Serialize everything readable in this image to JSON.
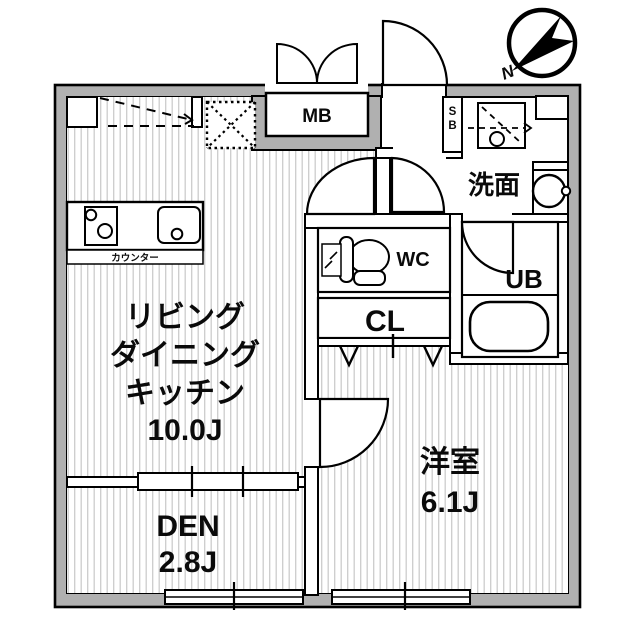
{
  "colors": {
    "wall_fill": "#b0b0b0",
    "line": "#000000",
    "floor_stripe": "#cccccc"
  },
  "compass": {
    "north_label": "N"
  },
  "rooms": {
    "ldk": {
      "label_line1": "リビング",
      "label_line2": "ダイニング",
      "label_line3": "キッチン",
      "area": "10.0J"
    },
    "den": {
      "name": "DEN",
      "area": "2.8J"
    },
    "western_room": {
      "name": "洋室",
      "area": "6.1J"
    },
    "wc": {
      "label": "WC"
    },
    "closet": {
      "label": "CL"
    },
    "unit_bath": {
      "label": "UB"
    },
    "washroom": {
      "label": "洗面"
    },
    "meter_box": {
      "label": "MB"
    },
    "shoe_box": {
      "letter_top": "S",
      "letter_bottom": "B"
    },
    "kitchen": {
      "counter_label": "カウンター"
    }
  }
}
